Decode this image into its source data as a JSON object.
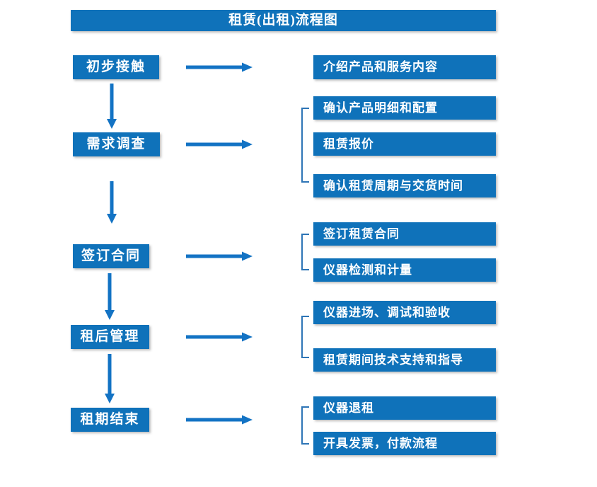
{
  "title": "租赁(出租)流程图",
  "colors": {
    "primary": "#0f72ba",
    "arrow": "#1373c4",
    "bracket": "#2e75b6"
  },
  "rows": [
    {
      "step": "初步接触",
      "details": [
        "介绍产品和服务内容"
      ]
    },
    {
      "step": "需求调查",
      "details": [
        "确认产品明细和配置",
        "租赁报价",
        "确认租赁周期与交货时间"
      ]
    },
    {
      "step": "签订合同",
      "details": [
        "签订租赁合同",
        "仪器检测和计量"
      ]
    },
    {
      "step": "租后管理",
      "details": [
        "仪器进场、调试和验收",
        "租赁期间技术支持和指导"
      ]
    },
    {
      "step": "租期结束",
      "details": [
        "仪器退租",
        "开具发票，付款流程"
      ]
    }
  ]
}
